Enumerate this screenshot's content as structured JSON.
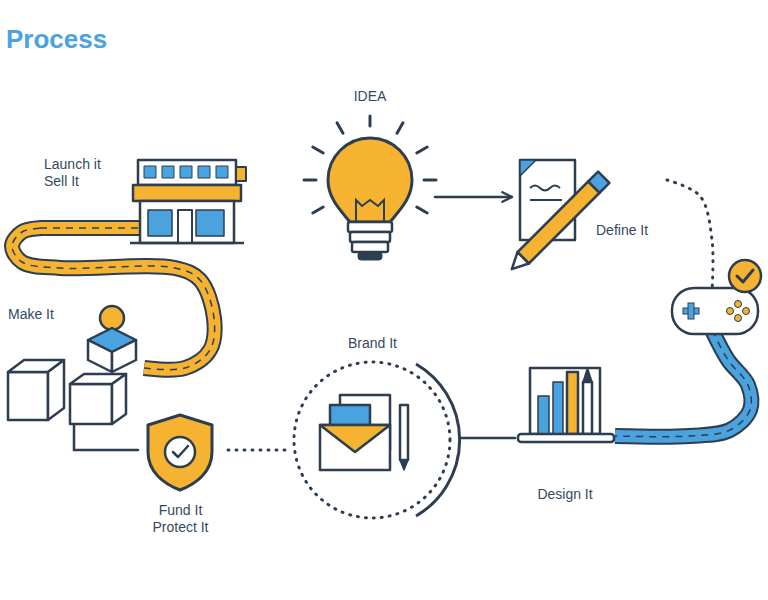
{
  "diagram": {
    "title": "Process",
    "nodes": [
      {
        "text": [
          "IDEA"
        ]
      },
      {
        "text": [
          "Define It"
        ]
      },
      {
        "text": [
          "Design It"
        ]
      },
      {
        "text": [
          "Brand It"
        ]
      },
      {
        "text": [
          "Fund It Protect It"
        ]
      },
      {
        "text": [
          "Make It"
        ]
      },
      {
        "text": [
          "Launch it Sell It"
        ]
      }
    ],
    "edges": [
      {
        "from": 0,
        "to": 1,
        "arrow": "to"
      },
      {
        "from": 1,
        "to": 2,
        "arrow": "none"
      },
      {
        "from": 2,
        "to": 3,
        "arrow": "none"
      },
      {
        "from": 3,
        "to": 4,
        "arrow": "none"
      },
      {
        "from": 4,
        "to": 5,
        "arrow": "none"
      },
      {
        "from": 5,
        "to": 6,
        "arrow": "none"
      }
    ]
  }
}
